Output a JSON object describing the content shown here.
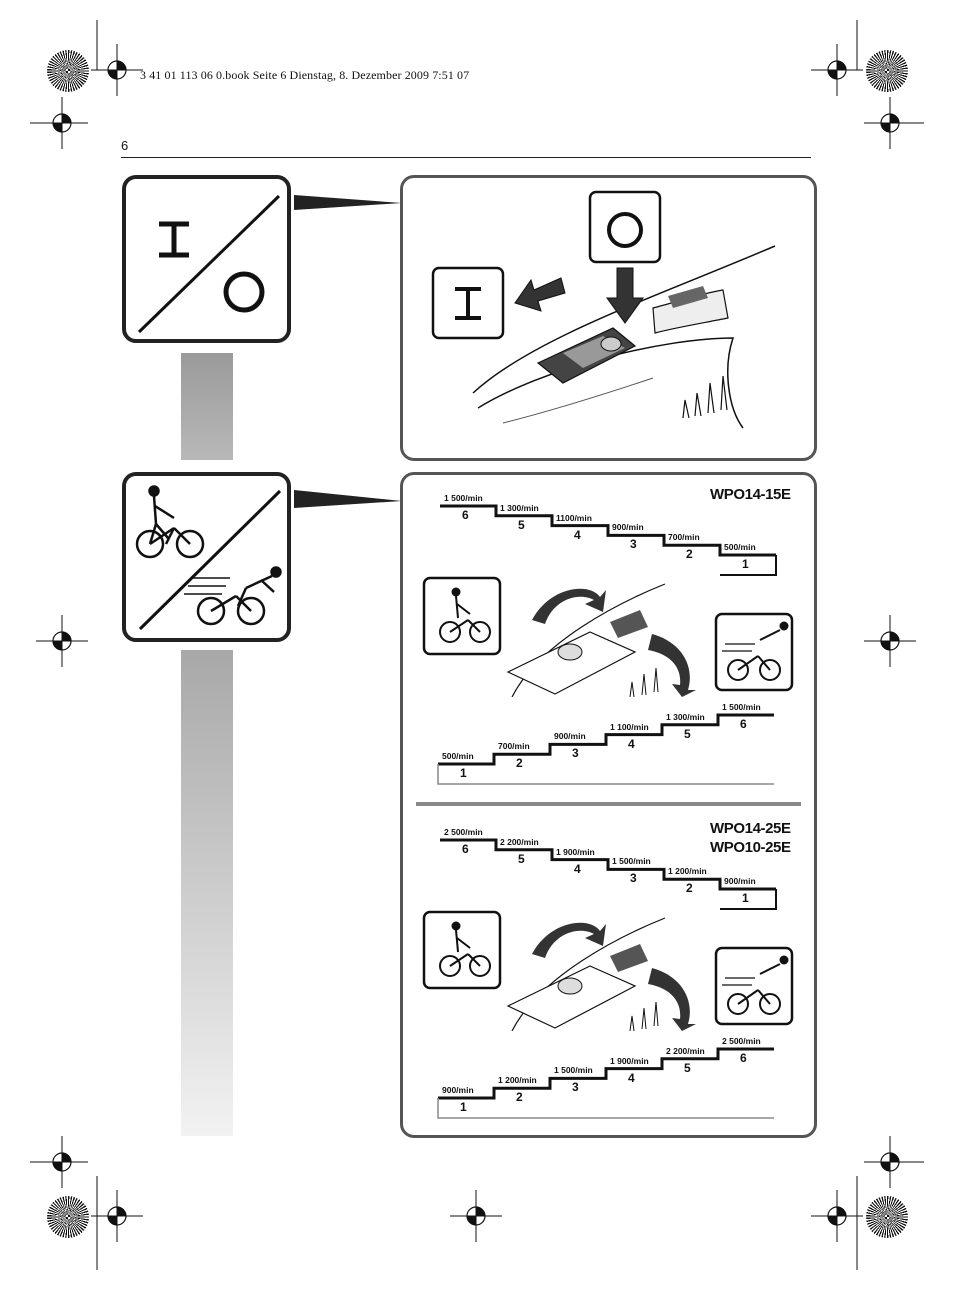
{
  "header": {
    "print_meta": "3 41 01 113 06 0.book  Seite 6  Dienstag, 8. Dezember 2009  7:51 07",
    "page_number": "6"
  },
  "switch_section": {
    "on_symbol": "I",
    "off_symbol": "O"
  },
  "speed_sections": [
    {
      "models": [
        "WPO14-15E"
      ],
      "descending": {
        "rpm": [
          "1 500/min",
          "1 300/min",
          "1100/min",
          "900/min",
          "700/min",
          "500/min"
        ],
        "steps": [
          "6",
          "5",
          "4",
          "3",
          "2",
          "1"
        ]
      },
      "ascending": {
        "rpm": [
          "500/min",
          "700/min",
          "900/min",
          "1 100/min",
          "1 300/min",
          "1 500/min"
        ],
        "steps": [
          "1",
          "2",
          "3",
          "4",
          "5",
          "6"
        ]
      }
    },
    {
      "models": [
        "WPO14-25E",
        "WPO10-25E"
      ],
      "descending": {
        "rpm": [
          "2 500/min",
          "2 200/min",
          "1 900/min",
          "1 500/min",
          "1 200/min",
          "900/min"
        ],
        "steps": [
          "6",
          "5",
          "4",
          "3",
          "2",
          "1"
        ]
      },
      "ascending": {
        "rpm": [
          "900/min",
          "1 200/min",
          "1 500/min",
          "1 900/min",
          "2 200/min",
          "2 500/min"
        ],
        "steps": [
          "1",
          "2",
          "3",
          "4",
          "5",
          "6"
        ]
      }
    }
  ],
  "icons": [
    "registration-mark-icon",
    "color-rosette-icon",
    "on-off-switch-icon",
    "slow-cyclist-icon",
    "fast-cyclist-icon",
    "rotate-arrow-icon",
    "push-arrow-icon"
  ]
}
